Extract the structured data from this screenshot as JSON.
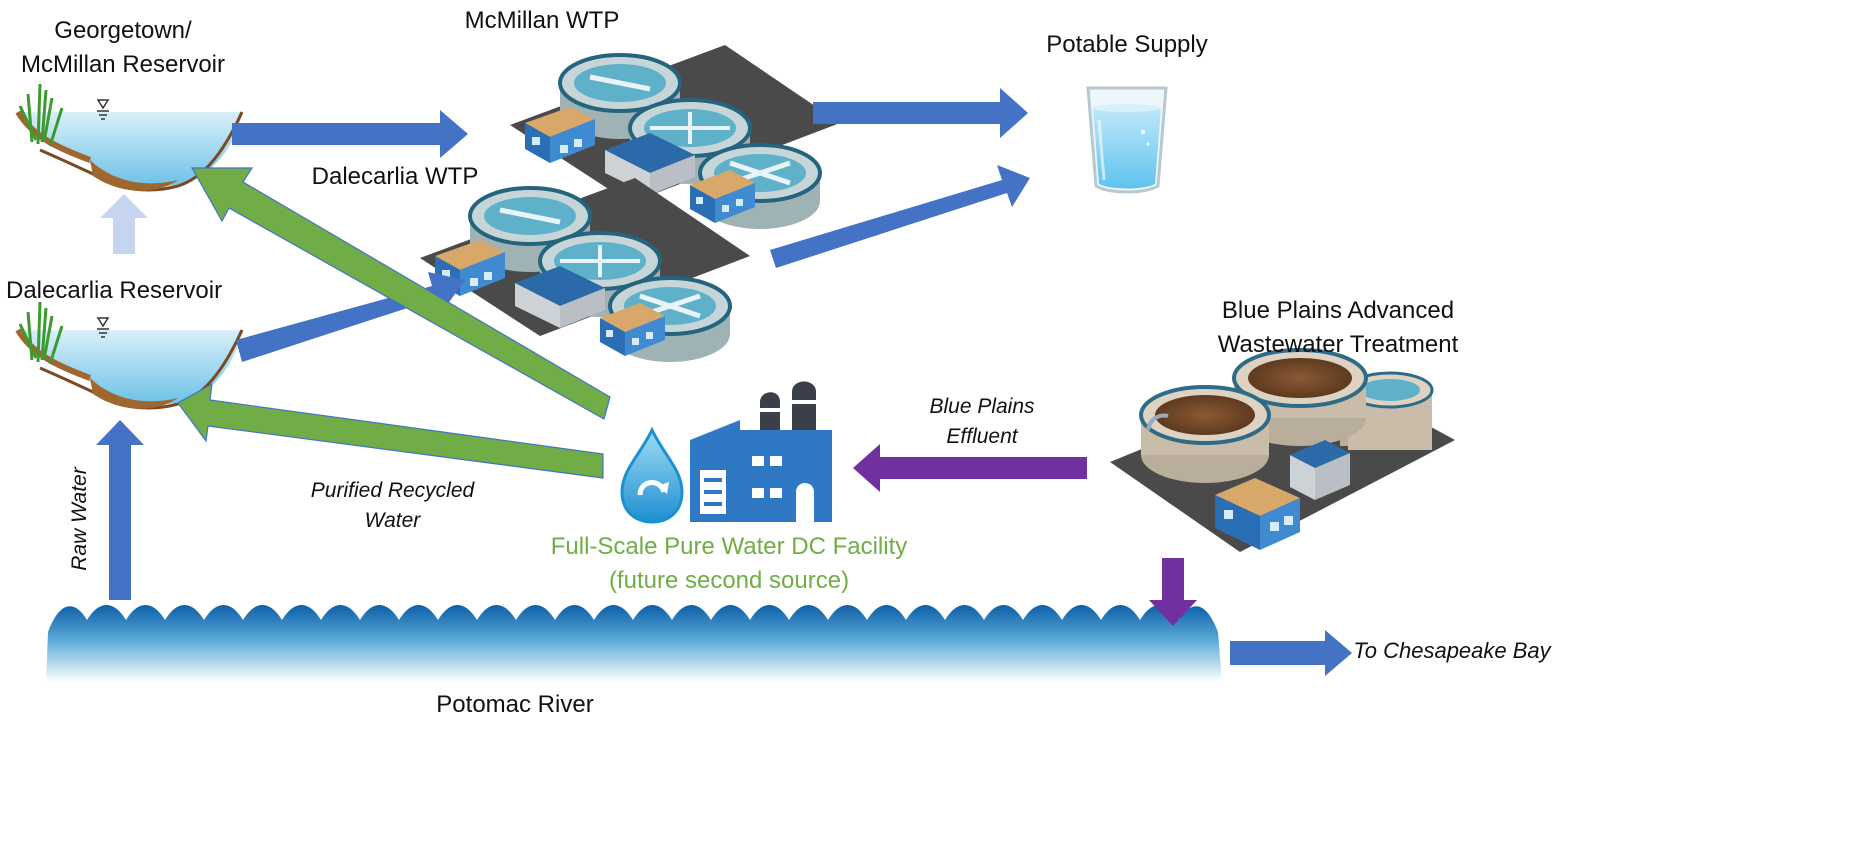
{
  "labels": {
    "georgetown_line1": "Georgetown/",
    "georgetown_line2": "McMillan Reservoir",
    "dalecarlia_reservoir": "Dalecarlia Reservoir",
    "mcmillan_wtp": "McMillan WTP",
    "dalecarlia_wtp": "Dalecarlia WTP",
    "potable_supply": "Potable Supply",
    "blue_plains_line1": "Blue Plains Advanced",
    "blue_plains_line2": "Wastewater Treatment",
    "blue_plains_effluent_line1": "Blue Plains",
    "blue_plains_effluent_line2": "Effluent",
    "purified_line1": "Purified Recycled",
    "purified_line2": "Water",
    "pure_water_line1": "Full-Scale Pure Water DC  Facility",
    "pure_water_line2": "(future second source)",
    "raw_water": "Raw Water",
    "potomac_river": "Potomac River",
    "to_chesapeake": "To Chesapeake Bay"
  },
  "icons": {
    "reservoir": "reservoir-icon",
    "treatment_plant": "treatment-plant-icon",
    "glass": "water-glass-icon",
    "wastewater_plant": "wastewater-plant-icon",
    "pure_water_facility": "water-drop-factory-icon",
    "river": "river-waves-icon"
  },
  "colors": {
    "blue_flow": "#4472c4",
    "light_blue_flow": "#c5d5ef",
    "green_flow": "#70ad47",
    "purple_flow": "#7030a0",
    "river": "#1f6fb0"
  }
}
